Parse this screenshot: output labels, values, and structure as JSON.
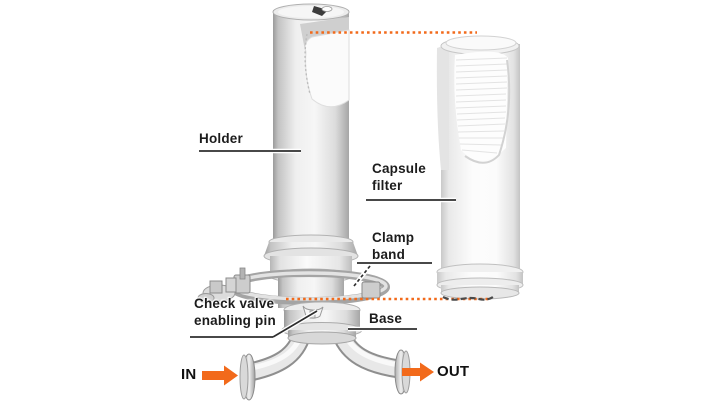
{
  "diagram": {
    "kind": "labeled-technical-illustration",
    "colors": {
      "background": "#ffffff",
      "accent_orange": "#f26a1b",
      "leader_line": "#2e2e2e",
      "text": "#1c1c1c"
    },
    "labels": {
      "holder": "Holder",
      "capsule_filter": "Capsule filter",
      "clamp_band": "Clamp band",
      "check_valve_pin": "Check valve enabling pin",
      "base": "Base",
      "inlet": "IN",
      "outlet": "OUT"
    },
    "icons": [
      "in-flow-arrow-icon",
      "out-flow-arrow-icon",
      "alignment-dotted-line-top",
      "alignment-dotted-line-bottom"
    ]
  }
}
